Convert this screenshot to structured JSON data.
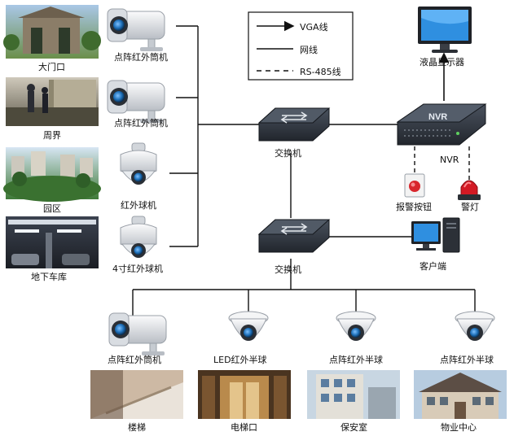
{
  "legend": {
    "vga": "VGA线",
    "network": "网线",
    "rs485": "RS-485线"
  },
  "left_sites": [
    {
      "label": "大门口"
    },
    {
      "label": "周界"
    },
    {
      "label": "园区"
    },
    {
      "label": "地下车库"
    }
  ],
  "left_cameras": [
    {
      "label": "点阵红外筒机",
      "icon": "bullet-camera-icon"
    },
    {
      "label": "点阵红外筒机",
      "icon": "bullet-camera-icon"
    },
    {
      "label": "红外球机",
      "icon": "speed-dome-camera-icon"
    },
    {
      "label": "4寸红外球机",
      "icon": "speed-dome-camera-icon"
    }
  ],
  "switch_top": {
    "label": "交换机"
  },
  "switch_bottom": {
    "label": "交换机"
  },
  "nvr": {
    "label": "NVR",
    "badge": "NVR"
  },
  "monitor": {
    "label": "液晶显示器"
  },
  "alarm_button": {
    "label": "报警按钮"
  },
  "alarm_light": {
    "label": "警灯"
  },
  "client": {
    "label": "客户端"
  },
  "bottom_cameras": [
    {
      "label": "点阵红外筒机",
      "icon": "bullet-camera-icon"
    },
    {
      "label": "LED红外半球",
      "icon": "dome-camera-icon"
    },
    {
      "label": "点阵红外半球",
      "icon": "dome-camera-icon"
    },
    {
      "label": "点阵红外半球",
      "icon": "dome-camera-icon"
    }
  ],
  "bottom_sites": [
    {
      "label": "楼梯"
    },
    {
      "label": "电梯口"
    },
    {
      "label": "保安室"
    },
    {
      "label": "物业中心"
    }
  ],
  "colors": {
    "line": "#111111",
    "device_dark": "#2b3038",
    "camera_body": "#e6e8eb",
    "lens": "#1d6fb8"
  }
}
